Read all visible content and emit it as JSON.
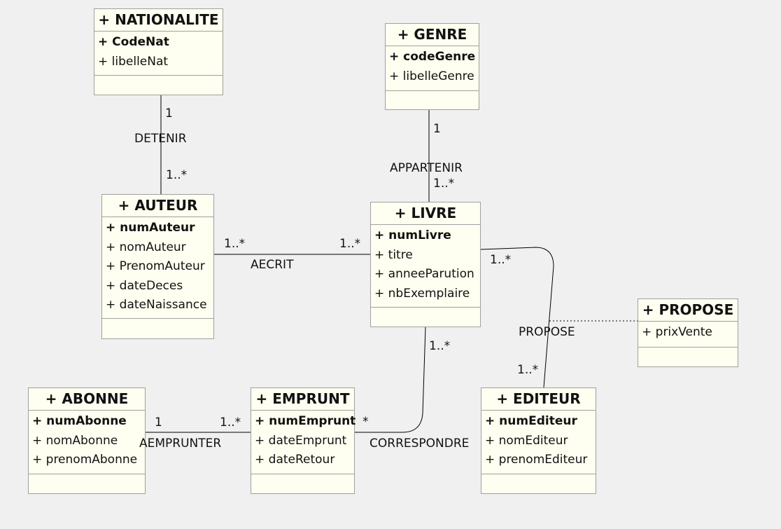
{
  "classes": {
    "nationalite": {
      "name": "+ NATIONALITE",
      "attrs": [
        {
          "text": "+ CodeNat",
          "pk": true
        },
        {
          "text": "+ libelleNat",
          "pk": false
        }
      ]
    },
    "genre": {
      "name": "+ GENRE",
      "attrs": [
        {
          "text": "+ codeGenre",
          "pk": true
        },
        {
          "text": "+ libelleGenre",
          "pk": false
        }
      ]
    },
    "auteur": {
      "name": "+ AUTEUR",
      "attrs": [
        {
          "text": "+ numAuteur",
          "pk": true
        },
        {
          "text": "+ nomAuteur",
          "pk": false
        },
        {
          "text": "+ PrenomAuteur",
          "pk": false
        },
        {
          "text": "+ dateDeces",
          "pk": false
        },
        {
          "text": "+ dateNaissance",
          "pk": false
        }
      ]
    },
    "livre": {
      "name": "+ LIVRE",
      "attrs": [
        {
          "text": "+ numLivre",
          "pk": true
        },
        {
          "text": "+ titre",
          "pk": false
        },
        {
          "text": "+ anneeParution",
          "pk": false
        },
        {
          "text": "+ nbExemplaire",
          "pk": false
        }
      ]
    },
    "propose": {
      "name": "+ PROPOSE",
      "attrs": [
        {
          "text": "+ prixVente",
          "pk": false
        }
      ]
    },
    "abonne": {
      "name": "+ ABONNE",
      "attrs": [
        {
          "text": "+ numAbonne",
          "pk": true
        },
        {
          "text": "+ nomAbonne",
          "pk": false
        },
        {
          "text": "+ prenomAbonne",
          "pk": false
        }
      ]
    },
    "emprunt": {
      "name": "+ EMPRUNT",
      "attrs": [
        {
          "text": "+ numEmprunt",
          "pk": true
        },
        {
          "text": "+ dateEmprunt",
          "pk": false
        },
        {
          "text": "+ dateRetour",
          "pk": false
        }
      ]
    },
    "editeur": {
      "name": "+ EDITEUR",
      "attrs": [
        {
          "text": "+ numEditeur",
          "pk": true
        },
        {
          "text": "+ nomEditeur",
          "pk": false
        },
        {
          "text": "+ prenomEditeur",
          "pk": false
        }
      ]
    }
  },
  "associations": {
    "detenir": {
      "name": "DETENIR",
      "mult_a": "1",
      "mult_b": "1..*"
    },
    "appartenir": {
      "name": "APPARTENIR",
      "mult_a": "1",
      "mult_b": "1..*"
    },
    "aecrit": {
      "name": "AECRIT",
      "mult_a": "1..*",
      "mult_b": "1..*"
    },
    "propose": {
      "name": "PROPOSE",
      "mult_a": "1..*",
      "mult_b": "1..*"
    },
    "correspondre": {
      "name": "CORRESPONDRE",
      "mult_a": "1..*",
      "mult_b": "*"
    },
    "aemprunter": {
      "name": "AEMPRUNTER",
      "mult_a": "1",
      "mult_b": "1..*"
    }
  },
  "colors": {
    "class_fill": "#fefff0",
    "class_border": "#a0a0a0",
    "line": "#000000",
    "background": "#f0f0f0"
  }
}
